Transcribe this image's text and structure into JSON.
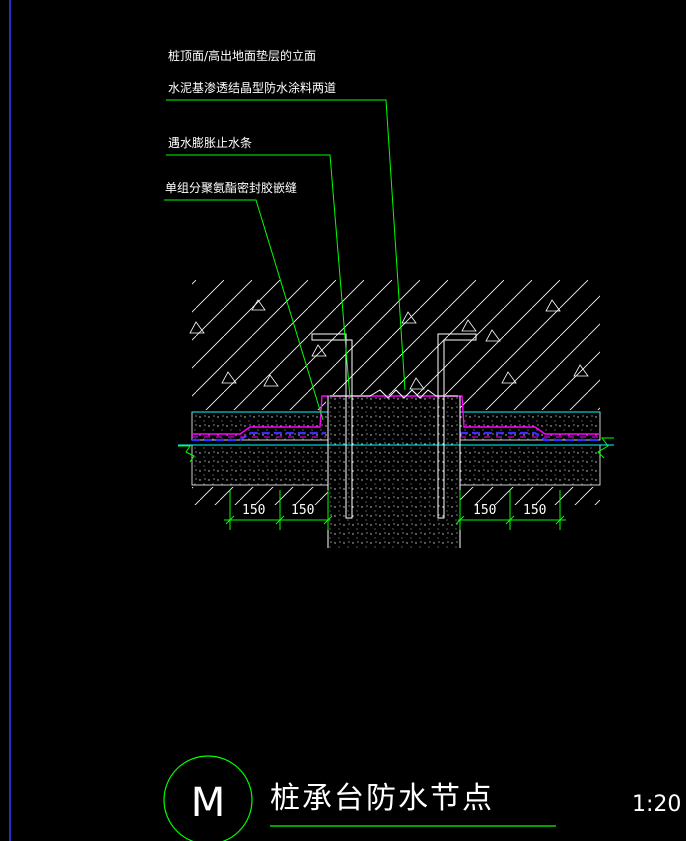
{
  "annotations": {
    "top_line1": "桩顶面/高出地面垫层的立面",
    "top_line2": "水泥基渗透结晶型防水涂料两道",
    "waterstop": "遇水膨胀止水条",
    "sealant": "单组分聚氨酯密封胶嵌缝"
  },
  "dimensions": [
    "150",
    "150",
    "150",
    "150"
  ],
  "title_block": {
    "mark": "M",
    "title": "桩承台防水节点",
    "scale": "1:20"
  },
  "colors": {
    "background": "#000000",
    "leader": "#00ff00",
    "membrane": "#ff00ff",
    "membrane_fill": "#3b2bff",
    "cyan": "#00ffff",
    "white": "#ffffff",
    "frame": "#3a3aff"
  }
}
